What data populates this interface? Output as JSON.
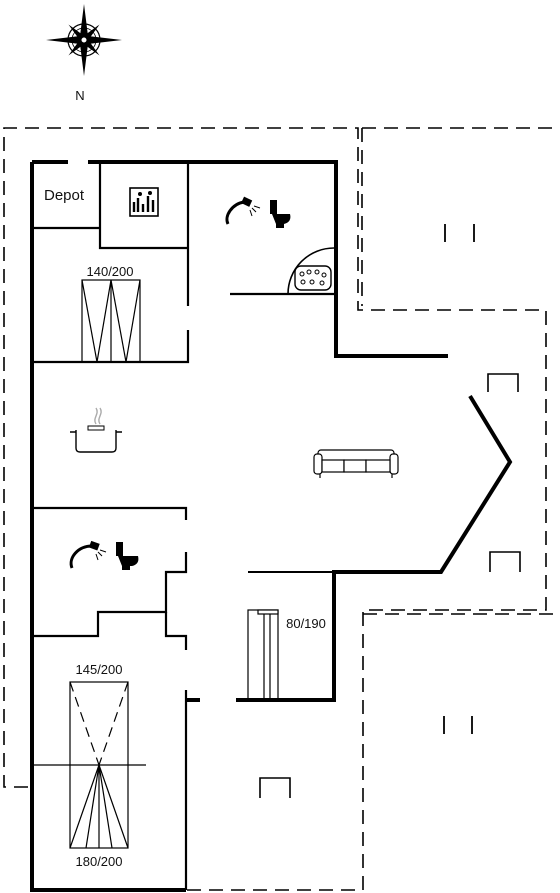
{
  "compass": {
    "north_label": "N"
  },
  "rooms": {
    "depot_label": "Depot"
  },
  "beds": {
    "bed_top_size": "140/200",
    "bed_middle_size": "80/190",
    "bed_bottom_upper_size": "145/200",
    "bed_bottom_lower_size": "180/200"
  },
  "icons": {
    "compass": "compass-rose-icon",
    "sauna": "sauna-icon",
    "shower": "shower-icon",
    "toilet": "toilet-icon",
    "whirlpool": "whirlpool-icon",
    "cooking_pot": "cooking-pot-icon",
    "sofa": "sofa-icon",
    "garden_chair": "garden-chair-icon"
  },
  "colors": {
    "wall": "#000000",
    "background": "#ffffff"
  }
}
